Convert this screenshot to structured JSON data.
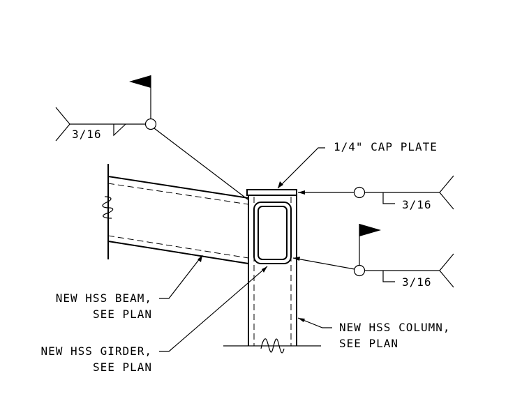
{
  "labels": {
    "weld_size_1": "3/16",
    "weld_size_2": "3/16",
    "weld_size_3": "3/16",
    "cap_plate": "1/4\" CAP PLATE",
    "beam_line1": "NEW HSS BEAM,",
    "beam_line2": "SEE PLAN",
    "girder_line1": "NEW HSS GIRDER,",
    "girder_line2": "SEE PLAN",
    "column_line1": "NEW HSS COLUMN,",
    "column_line2": "SEE PLAN"
  },
  "colors": {
    "ink": "#000000",
    "background": "#ffffff"
  }
}
